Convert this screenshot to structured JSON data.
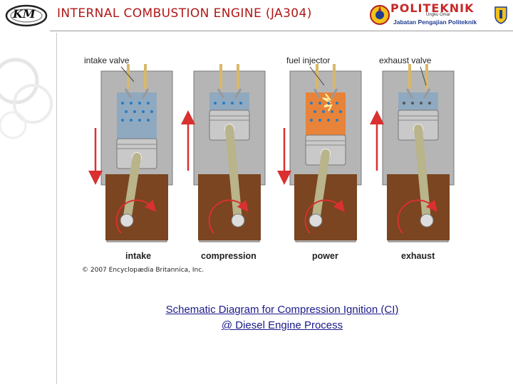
{
  "header": {
    "title": "INTERNAL COMBUSTION ENGINE (JA304)",
    "logo_left_text": "KM",
    "institution_name": "POLITEKNIK",
    "institution_subtitle": "Ungku Omar",
    "department": "Jabatan Pengajian Politeknik"
  },
  "diagram": {
    "top_labels": {
      "intake_valve": "intake valve",
      "fuel_injector": "fuel injector",
      "exhaust_valve": "exhaust valve"
    },
    "strokes": [
      {
        "label": "intake"
      },
      {
        "label": "compression"
      },
      {
        "label": "power"
      },
      {
        "label": "exhaust"
      }
    ],
    "copyright": "© 2007 Encyclopædia Britannica, Inc.",
    "colors": {
      "block": "#b5b5b5",
      "crankcase": "#7a4520",
      "cylinder": "#8fa9c0",
      "piston": "#c9c9c9",
      "arrow": "#d93030",
      "combustion": "#e8833a"
    }
  },
  "caption": {
    "line1": "Schematic Diagram for Compression Ignition (CI)",
    "line2": "@ Diesel Engine Process"
  }
}
